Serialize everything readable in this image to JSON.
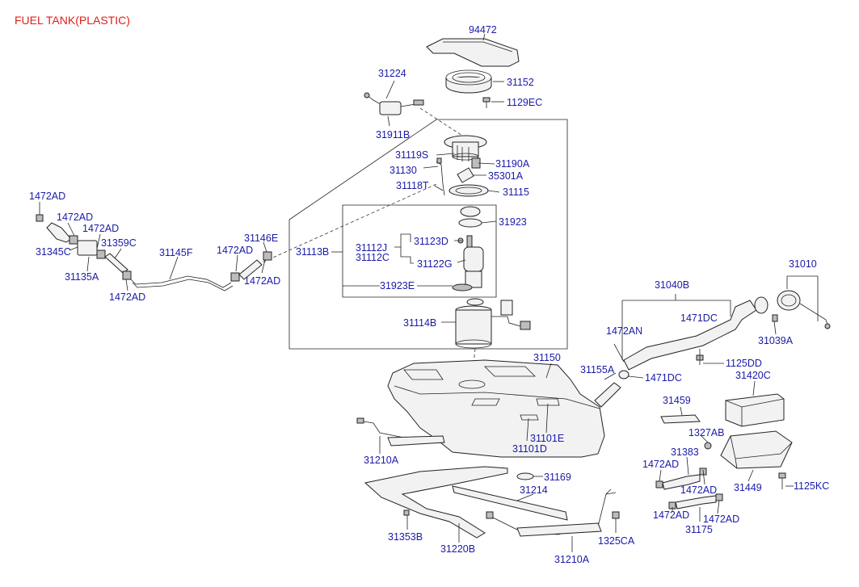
{
  "title": "FUEL TANK(PLASTIC)",
  "colors": {
    "title": "#e0201c",
    "labels": "#1a1aa8",
    "lines": "#222222"
  },
  "labels": {
    "p94472": "94472",
    "p31224": "31224",
    "p31152": "31152",
    "p1129EC": "1129EC",
    "p31911B": "31911B",
    "p31119S": "31119S",
    "p31190A": "31190A",
    "p31130": "31130",
    "p35301A": "35301A",
    "p31118T": "31118T",
    "p31115": "31115",
    "p31923": "31923",
    "p31113B": "31113B",
    "p31112J": "31112J",
    "p31112C": "31112C",
    "p31123D": "31123D",
    "p31122G": "31122G",
    "p31923E": "31923E",
    "p31114B": "31114B",
    "p1472AD_a": "1472AD",
    "p1472AD_b": "1472AD",
    "p1472AD_c": "1472AD",
    "p31345C": "31345C",
    "p31359C": "31359C",
    "p31135A": "31135A",
    "p1472AD_d": "1472AD",
    "p31145F": "31145F",
    "p1472AD_e": "1472AD",
    "p31146E": "31146E",
    "p1472AD_f": "1472AD",
    "p31010": "31010",
    "p31040B": "31040B",
    "p1471DC_a": "1471DC",
    "p1472AN": "1472AN",
    "p31039A": "31039A",
    "p1125DD": "1125DD",
    "p31150": "31150",
    "p31155A": "31155A",
    "p1471DC_b": "1471DC",
    "p31420C": "31420C",
    "p31459": "31459",
    "p1327AB": "1327AB",
    "p31101E": "31101E",
    "p31101D": "31101D",
    "p31210A_a": "31210A",
    "p31383": "31383",
    "p1472AD_g": "1472AD",
    "p1472AD_h": "1472AD",
    "p31449": "31449",
    "p1125KC": "1125KC",
    "p31169": "31169",
    "p31214": "31214",
    "p1472AD_i": "1472AD",
    "p1472AD_j": "1472AD",
    "p31175": "31175",
    "p31353B": "31353B",
    "p31220B": "31220B",
    "p1325CA": "1325CA",
    "p31210A_b": "31210A"
  }
}
